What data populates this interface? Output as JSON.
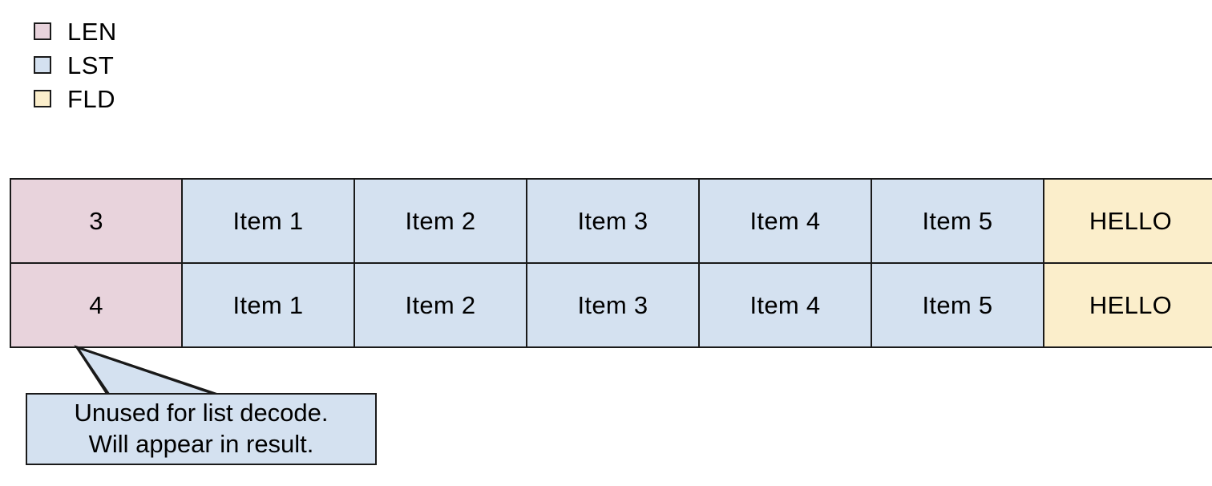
{
  "legend": {
    "items": [
      {
        "label": "LEN",
        "color": "#e8d3dc",
        "swatch_icon": "square-swatch-icon"
      },
      {
        "label": "LST",
        "color": "#d4e1f0",
        "swatch_icon": "square-swatch-icon"
      },
      {
        "label": "FLD",
        "color": "#fbeecb",
        "swatch_icon": "square-swatch-icon"
      }
    ]
  },
  "table": {
    "rows": [
      {
        "len": "3",
        "items": [
          "Item 1",
          "Item 2",
          "Item 3",
          "Item 4",
          "Item 5"
        ],
        "fld": "HELLO"
      },
      {
        "len": "4",
        "items": [
          "Item 1",
          "Item 2",
          "Item 3",
          "Item 4",
          "Item 5"
        ],
        "fld": "HELLO"
      }
    ]
  },
  "callout": {
    "line1": "Unused for list decode.",
    "line2": "Will appear in result.",
    "fill": "#d4e1f0",
    "stroke": "#1a1a1a"
  },
  "colors": {
    "len": "#e8d3dc",
    "lst": "#d4e1f0",
    "fld": "#fbeecb",
    "stroke": "#1a1a1a",
    "background": "#ffffff"
  }
}
